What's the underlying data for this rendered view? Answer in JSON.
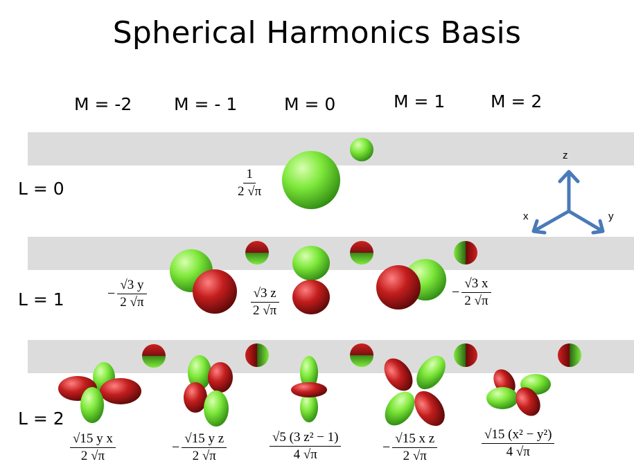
{
  "title": "Spherical Harmonics Basis",
  "columns": [
    "M = -2",
    "M = - 1",
    "M = 0",
    "M = 1",
    "M = 2"
  ],
  "rows": [
    "L = 0",
    "L = 1",
    "L = 2"
  ],
  "axes": {
    "z": "z",
    "x": "x",
    "y": "y"
  },
  "formulas": {
    "l0_m0": {
      "sign": "",
      "num": "1",
      "den": "2 √π"
    },
    "l1_mneg1": {
      "sign": "−",
      "num": "√3 y",
      "den": "2 √π"
    },
    "l1_m0": {
      "sign": "",
      "num": "√3 z",
      "den": "2 √π"
    },
    "l1_m1": {
      "sign": "−",
      "num": "√3 x",
      "den": "2 √π"
    },
    "l2_mneg2": {
      "sign": "",
      "num": "√15 y x",
      "den": "2 √π"
    },
    "l2_mneg1": {
      "sign": "−",
      "num": "√15 y z",
      "den": "2 √π"
    },
    "l2_m0": {
      "sign": "",
      "num": "√5 (3 z² − 1)",
      "den": "4 √π"
    },
    "l2_m1": {
      "sign": "−",
      "num": "√15 x z",
      "den": "2 √π"
    },
    "l2_m2": {
      "sign": "",
      "num": "√15 (x² − y²)",
      "den": "4 √π"
    }
  },
  "colors": {
    "positive": "#7ee83a",
    "negative": "#c41e1e",
    "band": "#dcdcdc",
    "arrow": "#4a7ab8"
  }
}
